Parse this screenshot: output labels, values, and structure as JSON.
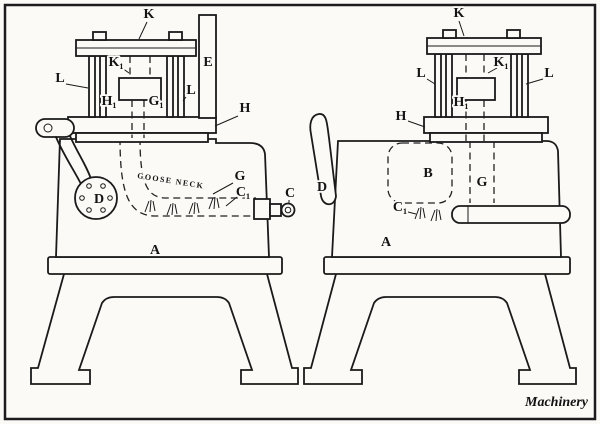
{
  "figure": {
    "credit": "Machinery",
    "goose_neck_label": "GOOSE NECK",
    "left_labels": {
      "K": "K",
      "K1": "K₁",
      "L1": "L",
      "L2": "L",
      "E": "E",
      "H1": "H₁",
      "G1": "G₁",
      "H": "H",
      "G": "G",
      "C1": "C₁",
      "C": "C",
      "D": "D",
      "A": "A"
    },
    "right_labels": {
      "K": "K",
      "K1": "K₁",
      "L1": "L",
      "L2": "L",
      "H1": "H₁",
      "H": "H",
      "D": "D",
      "B": "B",
      "G": "G",
      "C1": "C₁",
      "A": "A"
    }
  }
}
